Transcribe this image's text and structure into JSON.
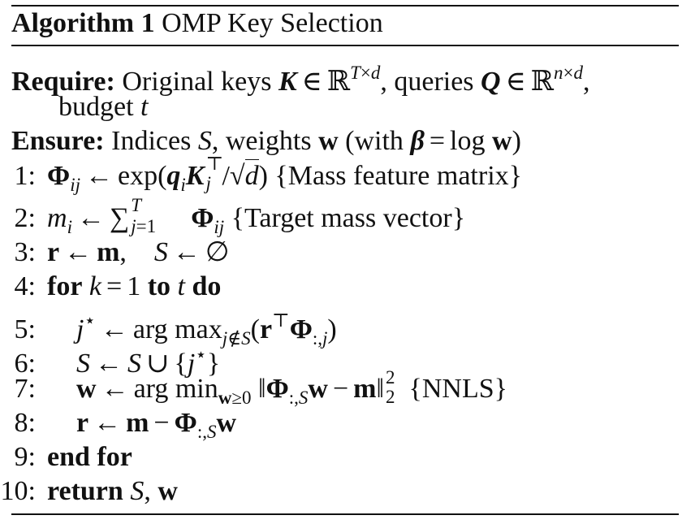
{
  "algorithm": {
    "label": "Algorithm 1",
    "title": "OMP Key Selection",
    "require_kw": "Require:",
    "require_text_1": "Original keys",
    "require_text_2": ", queries",
    "require_text_3": ",",
    "require_text_4": "budget",
    "ensure_kw": "Ensure:",
    "ensure_text_1": "Indices",
    "ensure_text_2": ", weights",
    "ensure_text_3": "(with",
    "ensure_text_4": ")",
    "line_numbers": [
      "1:",
      "2:",
      "3:",
      "4:",
      "5:",
      "6:",
      "7:",
      "8:",
      "9:",
      "10:"
    ],
    "comment_1": "{Mass feature matrix}",
    "comment_2": "{Target mass vector}",
    "comment_7": "{NNLS}",
    "kw_for": "for",
    "kw_to": "to",
    "kw_do": "do",
    "kw_end_for": "end for",
    "kw_return": "return"
  }
}
